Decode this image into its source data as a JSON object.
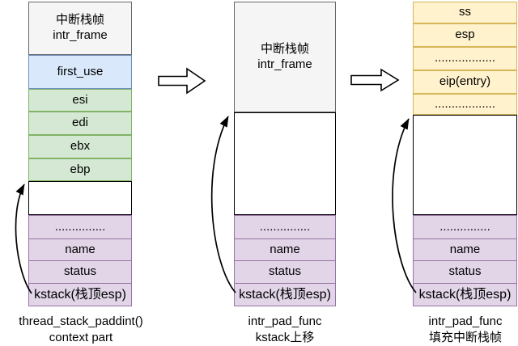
{
  "colors": {
    "header_fill": "#f5f5f5",
    "header_border": "#666666",
    "blue_fill": "#dae8fc",
    "blue_border": "#6c8ebf",
    "green_fill": "#d5e8d4",
    "green_border": "#82b366",
    "purple_fill": "#e1d5e7",
    "purple_border": "#9673a6",
    "yellow_fill": "#fff2cc",
    "yellow_border": "#d6b656",
    "arrow_stroke": "#000000"
  },
  "stack1": {
    "header_line1": "中断栈帧",
    "header_line2": "intr_frame",
    "first_use": "first_use",
    "esi": "esi",
    "edi": "edi",
    "ebx": "ebx",
    "ebp": "ebp",
    "dots": "...............",
    "name": "name",
    "status": "status",
    "kstack": "kstack(栈顶esp)",
    "caption_line1": "thread_stack_paddint()",
    "caption_line2": "context part"
  },
  "stack2": {
    "header_line1": "中断栈帧",
    "header_line2": "intr_frame",
    "dots": "...............",
    "name": "name",
    "status": "status",
    "kstack": "kstack(栈顶esp)",
    "caption_line1": "intr_pad_func",
    "caption_line2": "kstack上移"
  },
  "stack3": {
    "ss": "ss",
    "esp": "esp",
    "dots_upper": "..................",
    "eip": "eip(entry)",
    "dots_lower": "..................",
    "dots": "...............",
    "name": "name",
    "status": "status",
    "kstack": "kstack(栈顶esp)",
    "caption_line1": "intr_pad_func",
    "caption_line2": "填充中断栈帧"
  }
}
